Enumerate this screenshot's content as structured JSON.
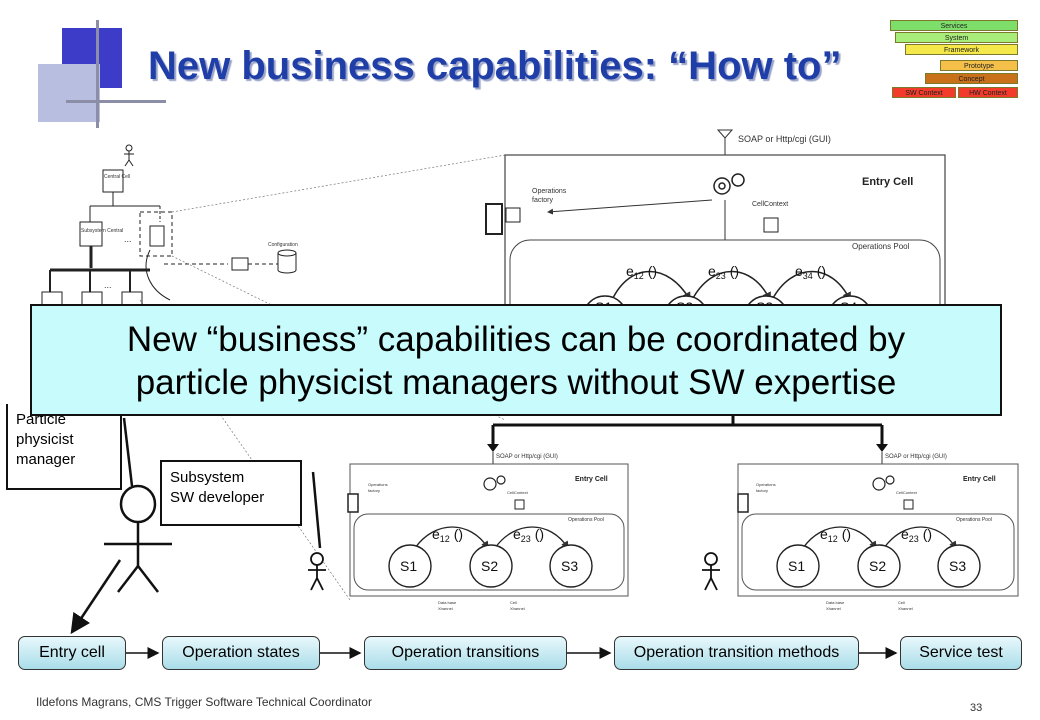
{
  "slide": {
    "title": "New business capabilities: “How to”",
    "footer": "Ildefons Magrans, CMS Trigger Software Technical Coordinator",
    "page_number": "33"
  },
  "layers": {
    "services": "Services",
    "system": "System",
    "framework": "Framework",
    "prototype": "Prototype",
    "concept": "Concept",
    "sw_context": "SW Context",
    "hw_context": "HW Context"
  },
  "entry_cell": {
    "soap_label": "SOAP or Http/cgi (GUI)",
    "cell_title": "Entry Cell",
    "factory_label_1": "Operations",
    "factory_label_2": "factory",
    "context_label": "CellContext",
    "pool_label": "Operations Pool",
    "transitions": [
      "e",
      "e",
      "e"
    ],
    "transition_subs": [
      "12",
      "23",
      "34"
    ],
    "states": [
      "S1",
      "S2",
      "S3",
      "S4"
    ]
  },
  "sub_cells": [
    {
      "soap_label": "SOAP or Http/cgi (GUI)",
      "cell_title": "Entry Cell",
      "factory_label_1": "Operations",
      "factory_label_2": "factory",
      "context_label": "CellContext",
      "pool_label": "Operations Pool",
      "transitions": [
        "e",
        "e"
      ],
      "transition_subs": [
        "12",
        "23"
      ],
      "states": [
        "S1",
        "S2",
        "S3"
      ],
      "bottom_left_1": "Data base",
      "bottom_left_2": "Xhannel",
      "bottom_right_1": "Cell",
      "bottom_right_2": "Xhannel"
    },
    {
      "soap_label": "SOAP or Http/cgi (GUI)",
      "cell_title": "Entry Cell",
      "factory_label_1": "Operations",
      "factory_label_2": "factory",
      "context_label": "CellContext",
      "pool_label": "Operations Pool",
      "transitions": [
        "e",
        "e"
      ],
      "transition_subs": [
        "12",
        "23"
      ],
      "states": [
        "S1",
        "S2",
        "S3"
      ],
      "bottom_left_1": "Data base",
      "bottom_left_2": "Xhannel",
      "bottom_right_1": "Cell",
      "bottom_right_2": "Xhannel"
    }
  ],
  "hierarchy": {
    "central_cell": "Central Cell",
    "subsystem_central": "Subsystem Central",
    "config_db": "Configuration",
    "dots": "..."
  },
  "roles": {
    "manager_line1": "Particle",
    "manager_line2": "physicist",
    "manager_line3": "manager",
    "developer_line1": "Subsystem",
    "developer_line2": "SW developer"
  },
  "callout": {
    "line1": "New “business” capabilities can be coordinated by",
    "line2": "particle physicist managers without SW expertise"
  },
  "flow_steps": [
    "Entry cell",
    "Operation states",
    "Operation transitions",
    "Operation transition methods",
    "Service test"
  ],
  "colors": {
    "title": "#1f3ea8",
    "callout_bg": "#c7fbfc",
    "flow_box": "#a9dde9",
    "layer_green": "#7ede6a",
    "layer_yellow": "#f5e84a",
    "layer_orange": "#e8a23a",
    "layer_brown": "#c8701a",
    "layer_red": "#f23b2a"
  }
}
